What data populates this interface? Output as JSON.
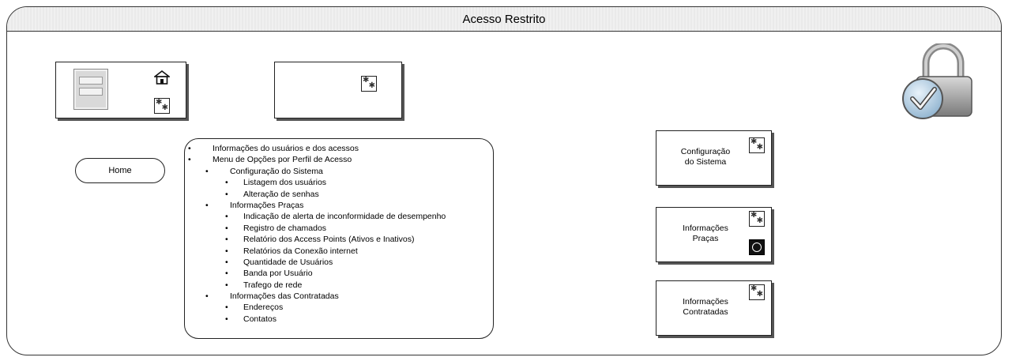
{
  "window": {
    "title": "Acesso Restrito"
  },
  "home_button": {
    "label": "Home"
  },
  "menu": {
    "items": [
      {
        "level": 0,
        "bullet": "•",
        "text": "Informações do usuários e dos acessos"
      },
      {
        "level": 0,
        "bullet": "•",
        "text": "Menu de Opções por Perfil de Acesso"
      },
      {
        "level": 1,
        "bullet": "•",
        "text": "Configuração do Sistema"
      },
      {
        "level": 2,
        "bullet": "•",
        "text": "Listagem dos usuários"
      },
      {
        "level": 2,
        "bullet": "•",
        "text": "Alteração de senhas"
      },
      {
        "level": 1,
        "bullet": "•",
        "text": "Informações Praças"
      },
      {
        "level": 2,
        "bullet": "•",
        "text": "Indicação de alerta de inconformidade de desempenho"
      },
      {
        "level": 2,
        "bullet": "•",
        "text": "Registro de chamados"
      },
      {
        "level": 2,
        "bullet": "•",
        "text": "Relatório dos Access Points (Ativos e Inativos)"
      },
      {
        "level": 2,
        "bullet": "•",
        "text": "Relatórios da Conexão internet"
      },
      {
        "level": 2,
        "bullet": "•",
        "text": "Quantidade de Usuários"
      },
      {
        "level": 2,
        "bullet": "•",
        "text": "Banda por Usuário"
      },
      {
        "level": 2,
        "bullet": "•",
        "text": "Trafego de rede"
      },
      {
        "level": 1,
        "bullet": "•",
        "text": "Informações das Contratadas"
      },
      {
        "level": 2,
        "bullet": "•",
        "text": "Endereços"
      },
      {
        "level": 2,
        "bullet": "•",
        "text": "Contatos"
      }
    ]
  },
  "side_boxes": {
    "config": {
      "line1": "Configuração",
      "line2": "do Sistema"
    },
    "pracas": {
      "line1": "Informações",
      "line2": "Praças"
    },
    "contratadas": {
      "line1": "Informações",
      "line2": "Contratadas"
    }
  },
  "icons": {
    "form": "form-icon",
    "home": "home-icon",
    "image": "image-placeholder-icon",
    "wifi": "wifi-icon",
    "lock": "lock-check-icon"
  },
  "colors": {
    "line": "#333333",
    "header_bg": "#eeeeee",
    "lock_check": "#4a90c8"
  }
}
